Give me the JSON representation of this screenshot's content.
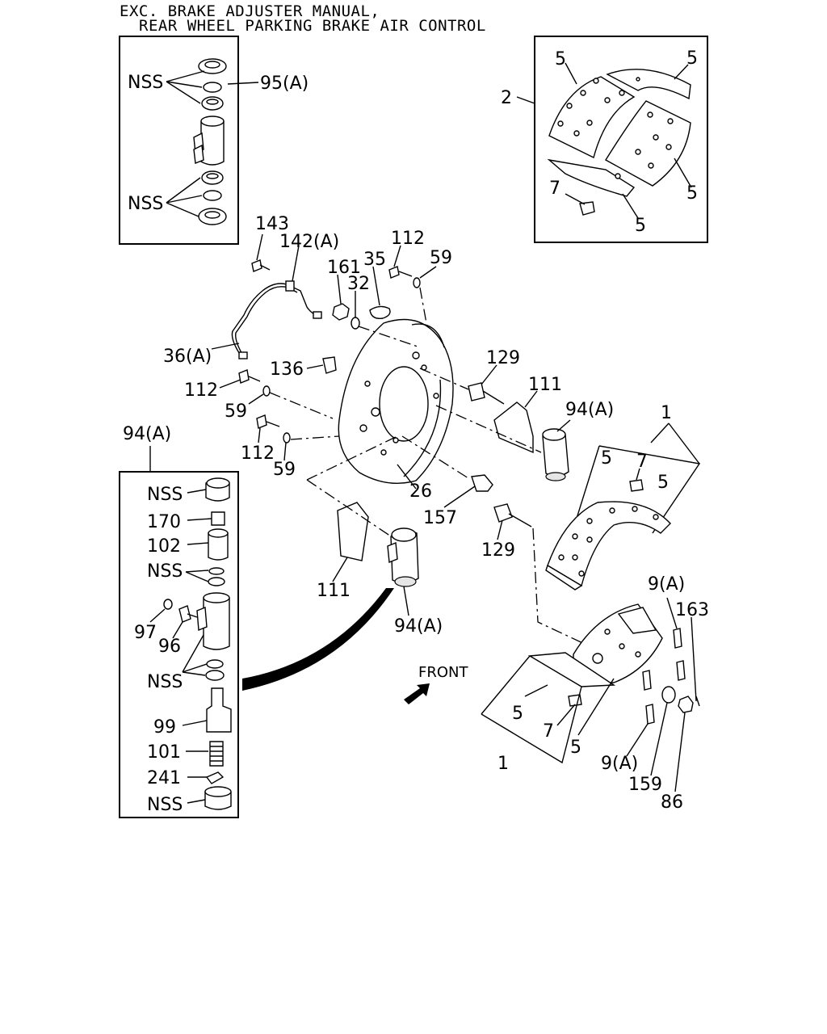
{
  "header": {
    "line1": "EXC. BRAKE ADJUSTER MANUAL,",
    "line2": "REAR WHEEL PARKING BRAKE AIR CONTROL"
  },
  "kit_95a": {
    "nss_top": "NSS",
    "nss_bottom": "NSS",
    "ref": "95(A)"
  },
  "lining_set": {
    "ref": "2",
    "lining_labels": [
      "5",
      "5",
      "5",
      "5"
    ],
    "rivet_label": "7"
  },
  "main_labels": {
    "bolt_143": "143",
    "hose_142a": "142(A)",
    "nut_161": "161",
    "washer_32": "32",
    "plug_35": "35",
    "bolt_112_top": "112",
    "washer_59_top": "59",
    "pipe_36a": "36(A)",
    "cap_136": "136",
    "bolt_112_mid": "112",
    "washer_59_mid": "59",
    "bolt_112_low": "112",
    "washer_59_low": "59",
    "bleeder_129_top": "129",
    "guard_111_right": "111",
    "cylinder_94a_right": "94(A)",
    "plate_26": "26",
    "bolt_157": "157",
    "bleeder_129_low": "129",
    "guard_111_left": "111",
    "cylinder_94a_left": "94(A)",
    "front_label": "FRONT"
  },
  "shoe_upper": {
    "ref": "1",
    "lining_left": "5",
    "rivet": "7",
    "lining_right": "5"
  },
  "shoe_lower": {
    "ref": "1",
    "lining_left": "5",
    "rivet": "7",
    "lining_right": "5",
    "pin_9a_top": "9(A)",
    "pin_163": "163",
    "pin_9a_bottom": "9(A)",
    "washer_159": "159",
    "nut_86": "86"
  },
  "kit_94a": {
    "ref": "94(A)",
    "items": [
      "NSS",
      "170",
      "102",
      "NSS",
      "97",
      "96",
      "NSS",
      "99",
      "101",
      "241",
      "NSS"
    ]
  }
}
